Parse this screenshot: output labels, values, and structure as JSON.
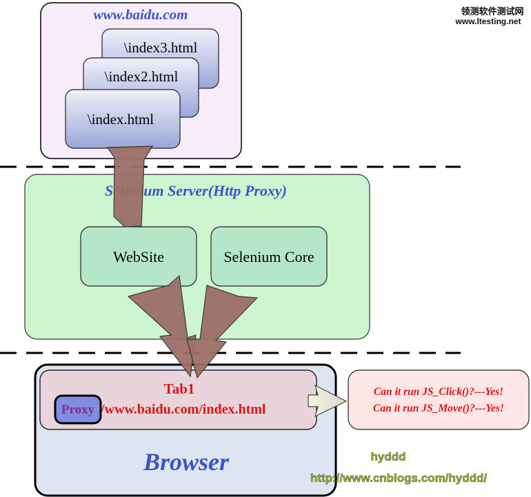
{
  "watermark": {
    "line1": "领测软件测试网",
    "line2": "www.ltesting.net"
  },
  "top_box": {
    "title": "www.baidu.com",
    "pages": [
      "\\index3.html",
      "\\index2.html",
      "\\index.html"
    ]
  },
  "server_box": {
    "title": "Selenium Server(Http Proxy)",
    "website_label": "WebSite",
    "core_label": "Selenium Core"
  },
  "browser_box": {
    "title": "Browser",
    "tab_title": "Tab1",
    "proxy_label": "Proxy",
    "tab_url": "/www.baidu.com/index.html"
  },
  "callout": {
    "line1": "Can it run JS_Click()?---Yes!",
    "line2": "Can it run JS_Move()?---Yes!"
  },
  "signature": {
    "name": "hyddd",
    "url": "http://www.cnblogs.com/hyddd/"
  },
  "colors": {
    "top_box_fill": "#f6ecfa",
    "server_fill": "#cdf5cf",
    "inner_green": "#b5e6c9",
    "browser_fill": "#dce5f1",
    "tab_fill": "#ead4dc",
    "callout_fill": "#fde6e6",
    "arrow_fill": "#9c6f67",
    "title_blue": "#3a55c8",
    "tab_red": "#e01313",
    "signature_green": "#a6b91d"
  }
}
